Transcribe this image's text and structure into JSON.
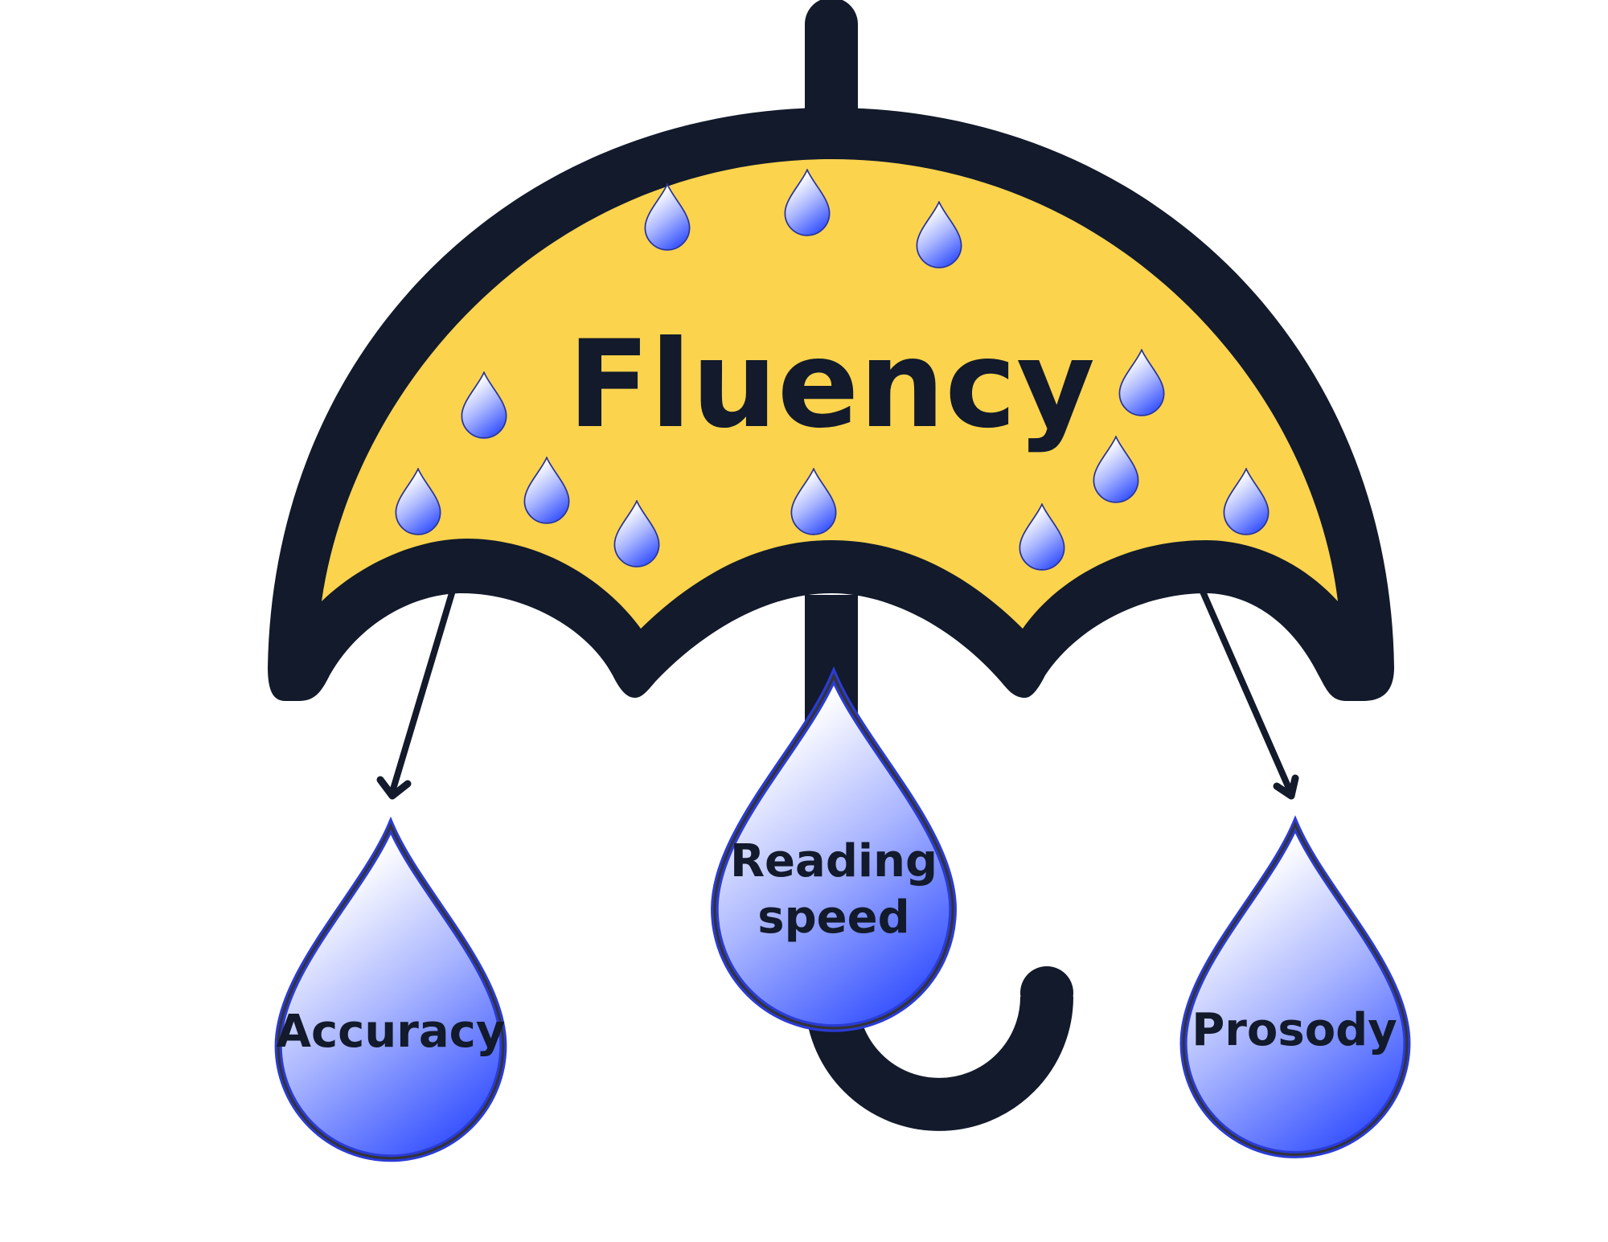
{
  "diagram": {
    "title": "Fluency",
    "components": [
      {
        "id": "accuracy",
        "label": "Accuracy"
      },
      {
        "id": "reading-speed",
        "label_line1": "Reading",
        "label_line2": "speed"
      },
      {
        "id": "prosody",
        "label": "Prosody"
      }
    ],
    "relations": [
      {
        "from": "Fluency",
        "to": "Accuracy",
        "type": "arrow"
      },
      {
        "from": "Fluency",
        "to": "Reading speed",
        "type": "hanging"
      },
      {
        "from": "Fluency",
        "to": "Prosody",
        "type": "arrow"
      }
    ]
  },
  "colors": {
    "outline": "#121a2b",
    "canopy_fill": "#fbd34d",
    "drop_light": "#ffffff",
    "drop_dark": "#3350ff",
    "background": "#ffffff"
  }
}
